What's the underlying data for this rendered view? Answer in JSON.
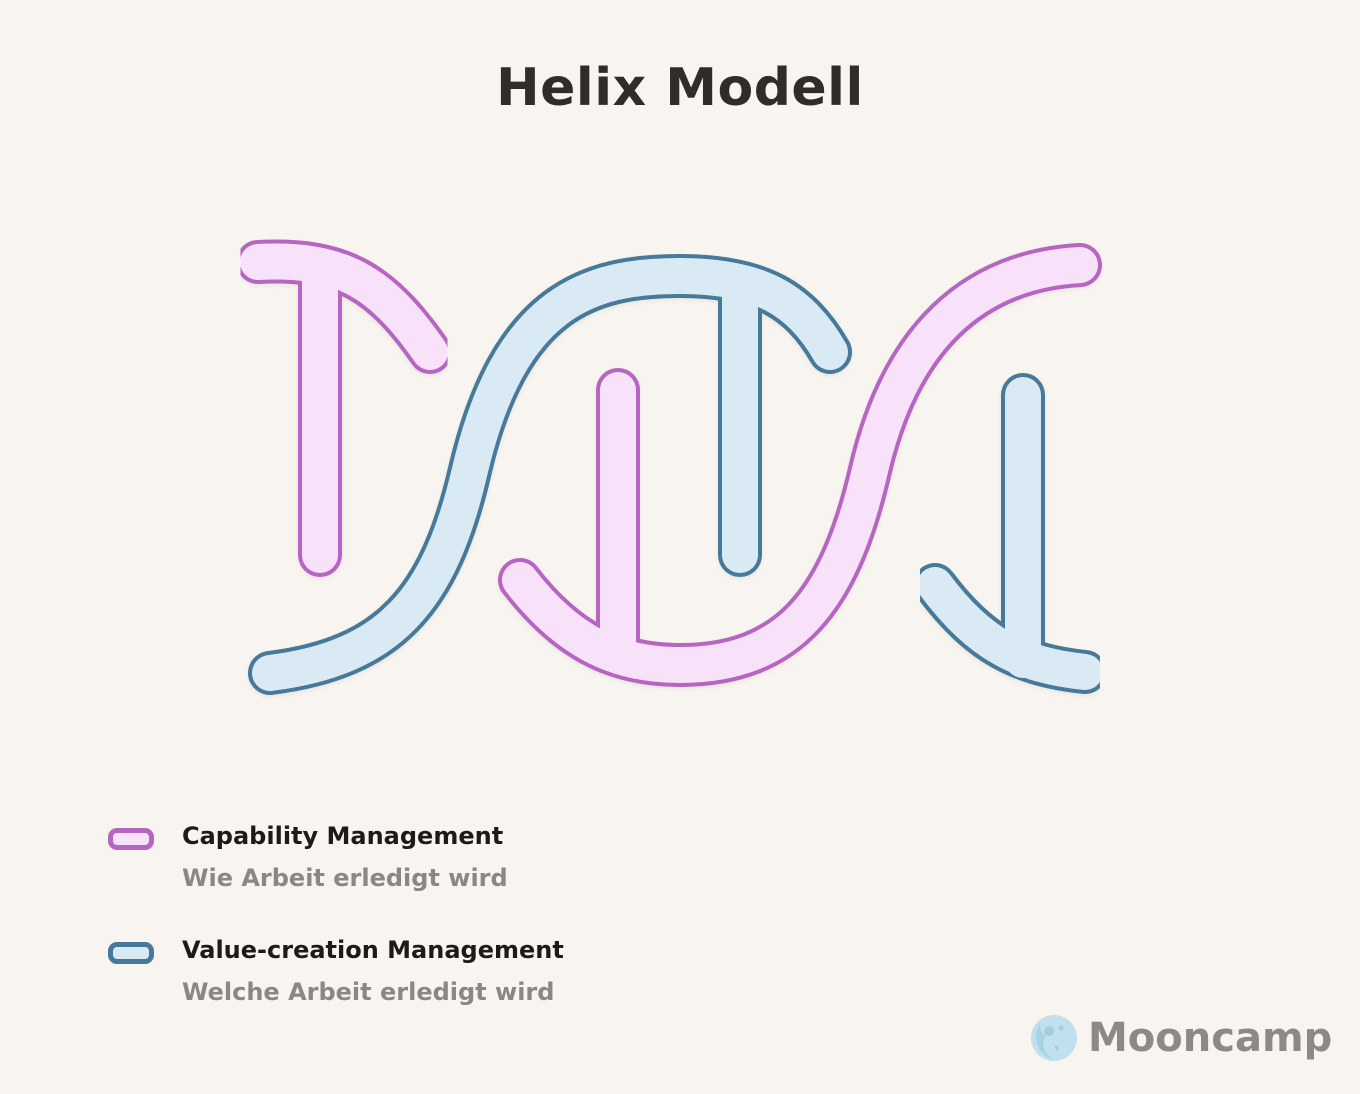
{
  "title": "Helix Modell",
  "colors": {
    "background": "#f8f4ef",
    "capability_stroke": "#b665c3",
    "capability_fill": "#f8e2f9",
    "value_stroke": "#477a9a",
    "value_fill": "#d9eaf5",
    "title_text": "#2f2c29",
    "subtitle_text": "#8a8784"
  },
  "legend": [
    {
      "title": "Capability Management",
      "subtitle": "Wie Arbeit erledigt wird",
      "color": "capability"
    },
    {
      "title": "Value-creation Management",
      "subtitle": "Welche Arbeit erledigt wird",
      "color": "value"
    }
  ],
  "brand": {
    "name": "Mooncamp",
    "icon": "moon-icon"
  }
}
